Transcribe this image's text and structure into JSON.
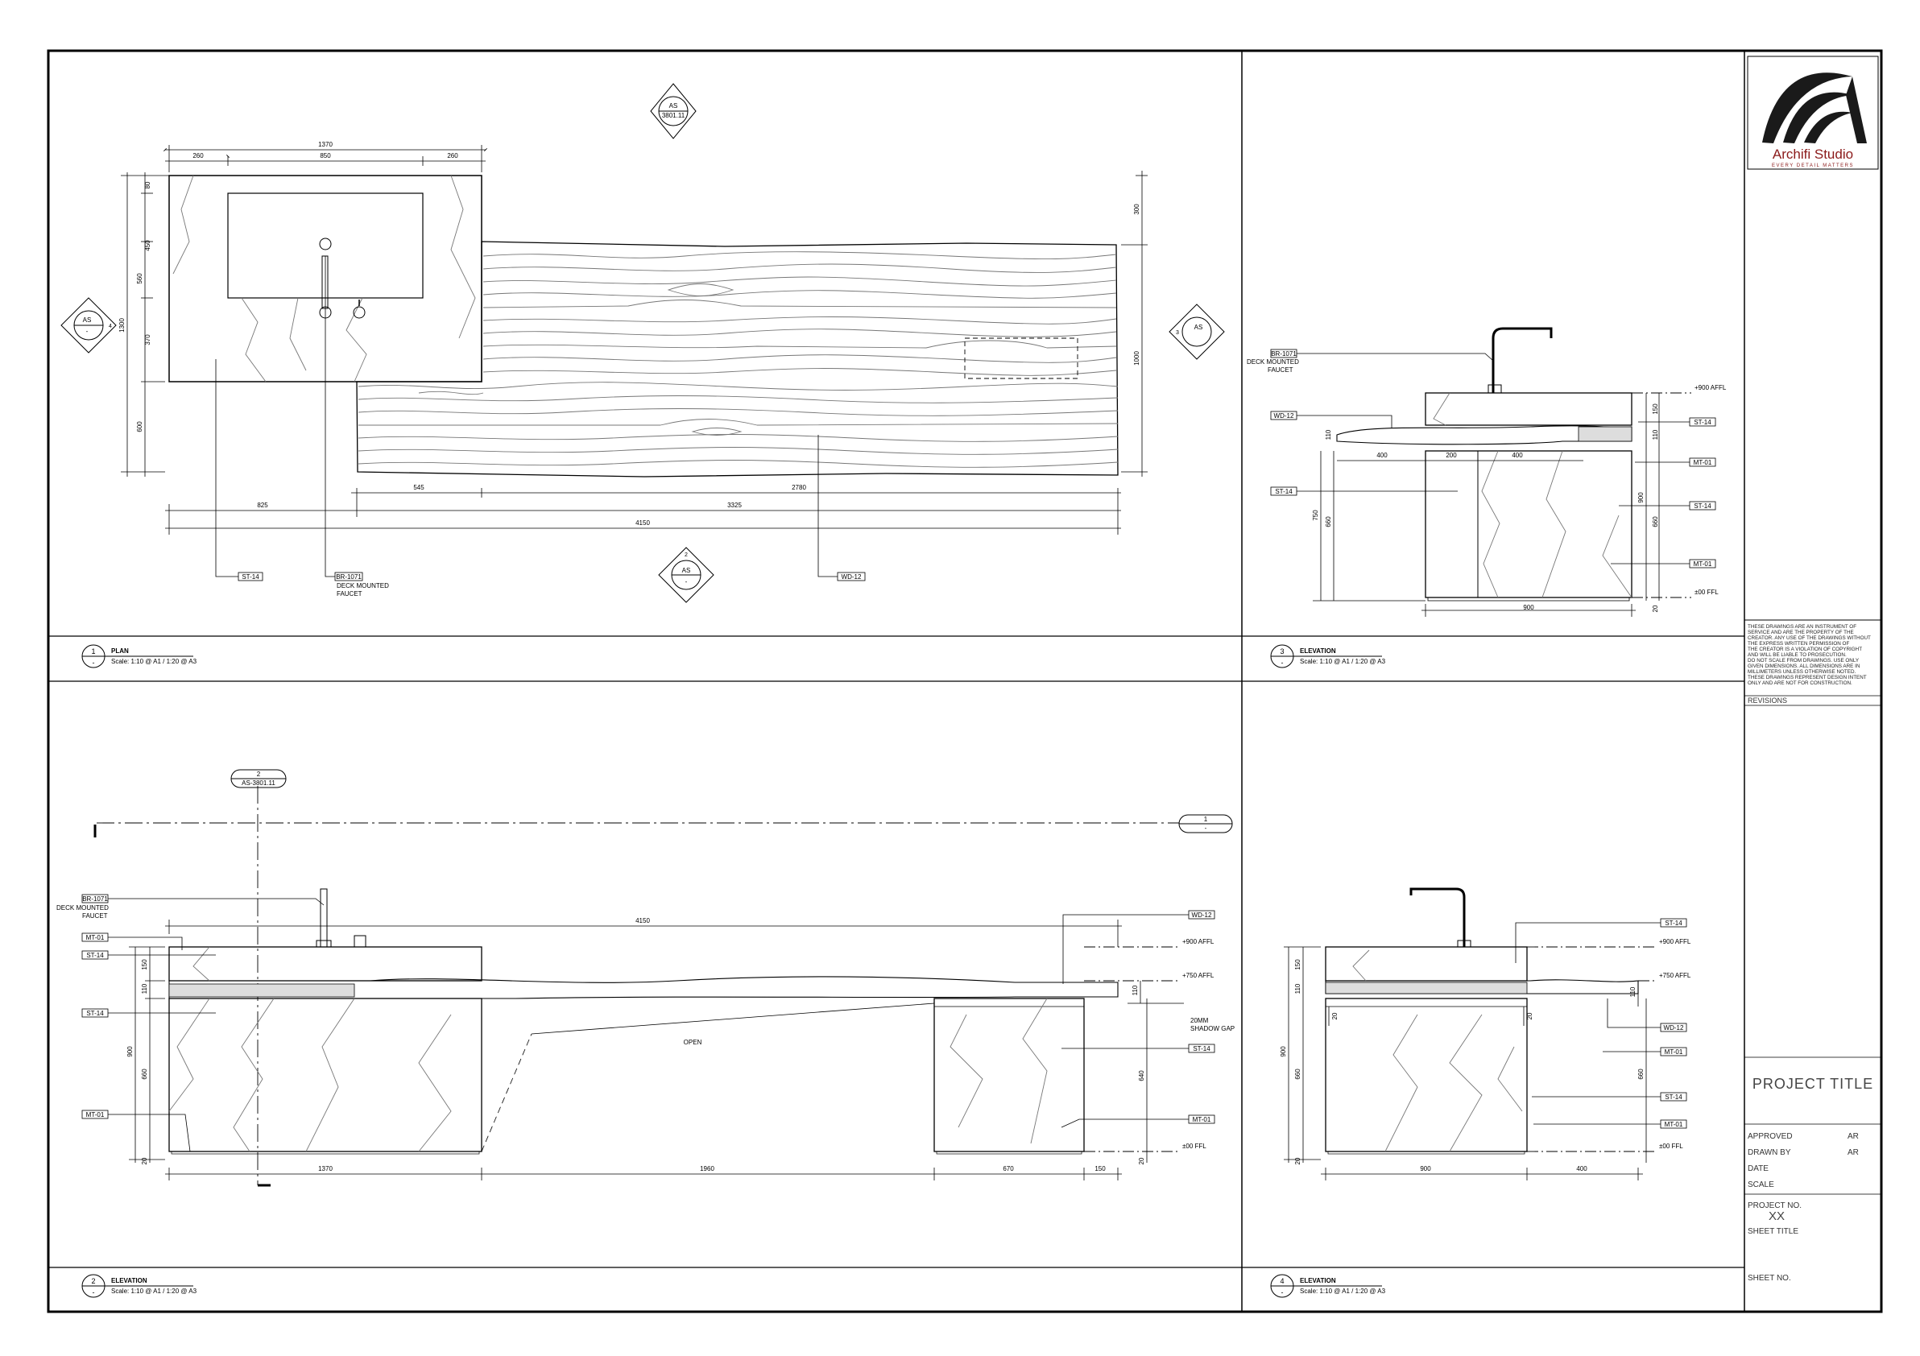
{
  "studio": {
    "name": "Archifi Studio",
    "tagline": "EVERY DETAIL MATTERS"
  },
  "views": {
    "plan": {
      "number": "1",
      "sub": "-",
      "title": "PLAN",
      "scale": "Scale: 1:10 @ A1 / 1:20 @ A3"
    },
    "elev_side": {
      "number": "3",
      "sub": "-",
      "title": "ELEVATION",
      "scale": "Scale: 1:10 @ A1 / 1:20 @ A3"
    },
    "elev_front": {
      "number": "2",
      "sub": "-",
      "title": "ELEVATION",
      "scale": "Scale: 1:10 @ A1 / 1:20 @ A3"
    },
    "elev_end": {
      "number": "4",
      "sub": "-",
      "title": "ELEVATION",
      "scale": "Scale: 1:10 @ A1 / 1:20 @ A3"
    }
  },
  "markers": {
    "plan_top": {
      "a": "AS",
      "b": "3801.11"
    },
    "plan_left": {
      "a": "AS",
      "b": "-",
      "n": "4"
    },
    "plan_right": {
      "a": "AS",
      "n": "3"
    },
    "plan_bottom": {
      "a": "AS",
      "b": "-",
      "n": "2"
    },
    "section_tag": {
      "a": "2",
      "b": "AS-3801.11"
    },
    "section_right": {
      "a": "1",
      "b": "-"
    }
  },
  "plan": {
    "dims_top": [
      "1370",
      "260",
      "850",
      "260"
    ],
    "dims_left": [
      "80",
      "450",
      "560",
      "1300",
      "370",
      "600"
    ],
    "dims_right": [
      "300",
      "1000"
    ],
    "dims_bottom": [
      "545",
      "2780",
      "825",
      "3325",
      "4150"
    ],
    "tags": {
      "stone": "ST-14",
      "faucet": "BR-1071",
      "faucet_note": [
        "DECK MOUNTED",
        "FAUCET"
      ],
      "wood": "WD-12"
    }
  },
  "elev_side": {
    "tags": {
      "faucet": "BR-1071",
      "faucet_note": [
        "DECK MOUNTED",
        "FAUCET"
      ],
      "wood": "WD-12",
      "stone_left": "ST-14",
      "stone_r1": "ST-14",
      "metal_r1": "MT-01",
      "stone_r2": "ST-14",
      "metal_r2": "MT-01"
    },
    "levels": [
      "+900 AFFL",
      "±00 FFL"
    ],
    "dims": [
      "400",
      "200",
      "400",
      "150",
      "110",
      "110",
      "750",
      "660",
      "900",
      "660",
      "20",
      "900"
    ]
  },
  "elev_front": {
    "tags_left": {
      "faucet": "BR-1071",
      "faucet_note": [
        "DECK MOUNTED",
        "FAUCET"
      ],
      "metal1": "MT-01",
      "stone1": "ST-14",
      "stone2": "ST-14",
      "metal2": "MT-01"
    },
    "tags_right": {
      "wood": "WD-12",
      "shadow": [
        "20MM",
        "SHADOW GAP"
      ],
      "stone": "ST-14",
      "metal": "MT-01"
    },
    "levels": [
      "+900 AFFL",
      "+750 AFFL",
      "±00 FFL"
    ],
    "open_label": "OPEN",
    "dims": [
      "4150",
      "150",
      "110",
      "900",
      "660",
      "20",
      "110",
      "640",
      "20",
      "1370",
      "1960",
      "670",
      "150"
    ]
  },
  "elev_end": {
    "tags": {
      "stone1": "ST-14",
      "wood": "WD-12",
      "metal1": "MT-01",
      "stone2": "ST-14",
      "metal2": "MT-01"
    },
    "levels": [
      "+900 AFFL",
      "+750 AFFL",
      "±00 FFL"
    ],
    "dims": [
      "150",
      "110",
      "900",
      "660",
      "20",
      "20",
      "20",
      "660",
      "110",
      "900",
      "400"
    ]
  },
  "title_block": {
    "disclaimer": [
      "THESE DRAWINGS ARE AN INSTRUMENT OF",
      "SERVICE AND ARE THE PROPERTY OF THE",
      "CREATOR. ANY USE OF THE DRAWINGS WITHOUT",
      "THE EXPRESS WRITTEN PERMISSION OF",
      "THE CREATOR IS A VIOLATION OF COPYRIGHT",
      "AND WILL BE LIABLE TO PROSECUTION.",
      "DO NOT SCALE FROM DRAWINGS. USE ONLY",
      "GIVEN DIMENSIONS. ALL DIMENSIONS ARE IN",
      "MILLIMETERS UNLESS OTHERWISE NOTED.",
      "THESE DRAWINGS REPRESENT DESIGN INTENT",
      "ONLY AND ARE NOT FOR CONSTRUCTION."
    ],
    "revisions": "REVISIONS",
    "project_title": "PROJECT TITLE",
    "approved_label": "APPROVED",
    "approved_value": "AR",
    "drawn_label": "DRAWN BY",
    "drawn_value": "AR",
    "date_label": "DATE",
    "scale_label": "SCALE",
    "project_no_label": "PROJECT NO.",
    "project_no_value": "XX",
    "sheet_title_label": "SHEET TITLE",
    "sheet_no_label": "SHEET NO."
  }
}
